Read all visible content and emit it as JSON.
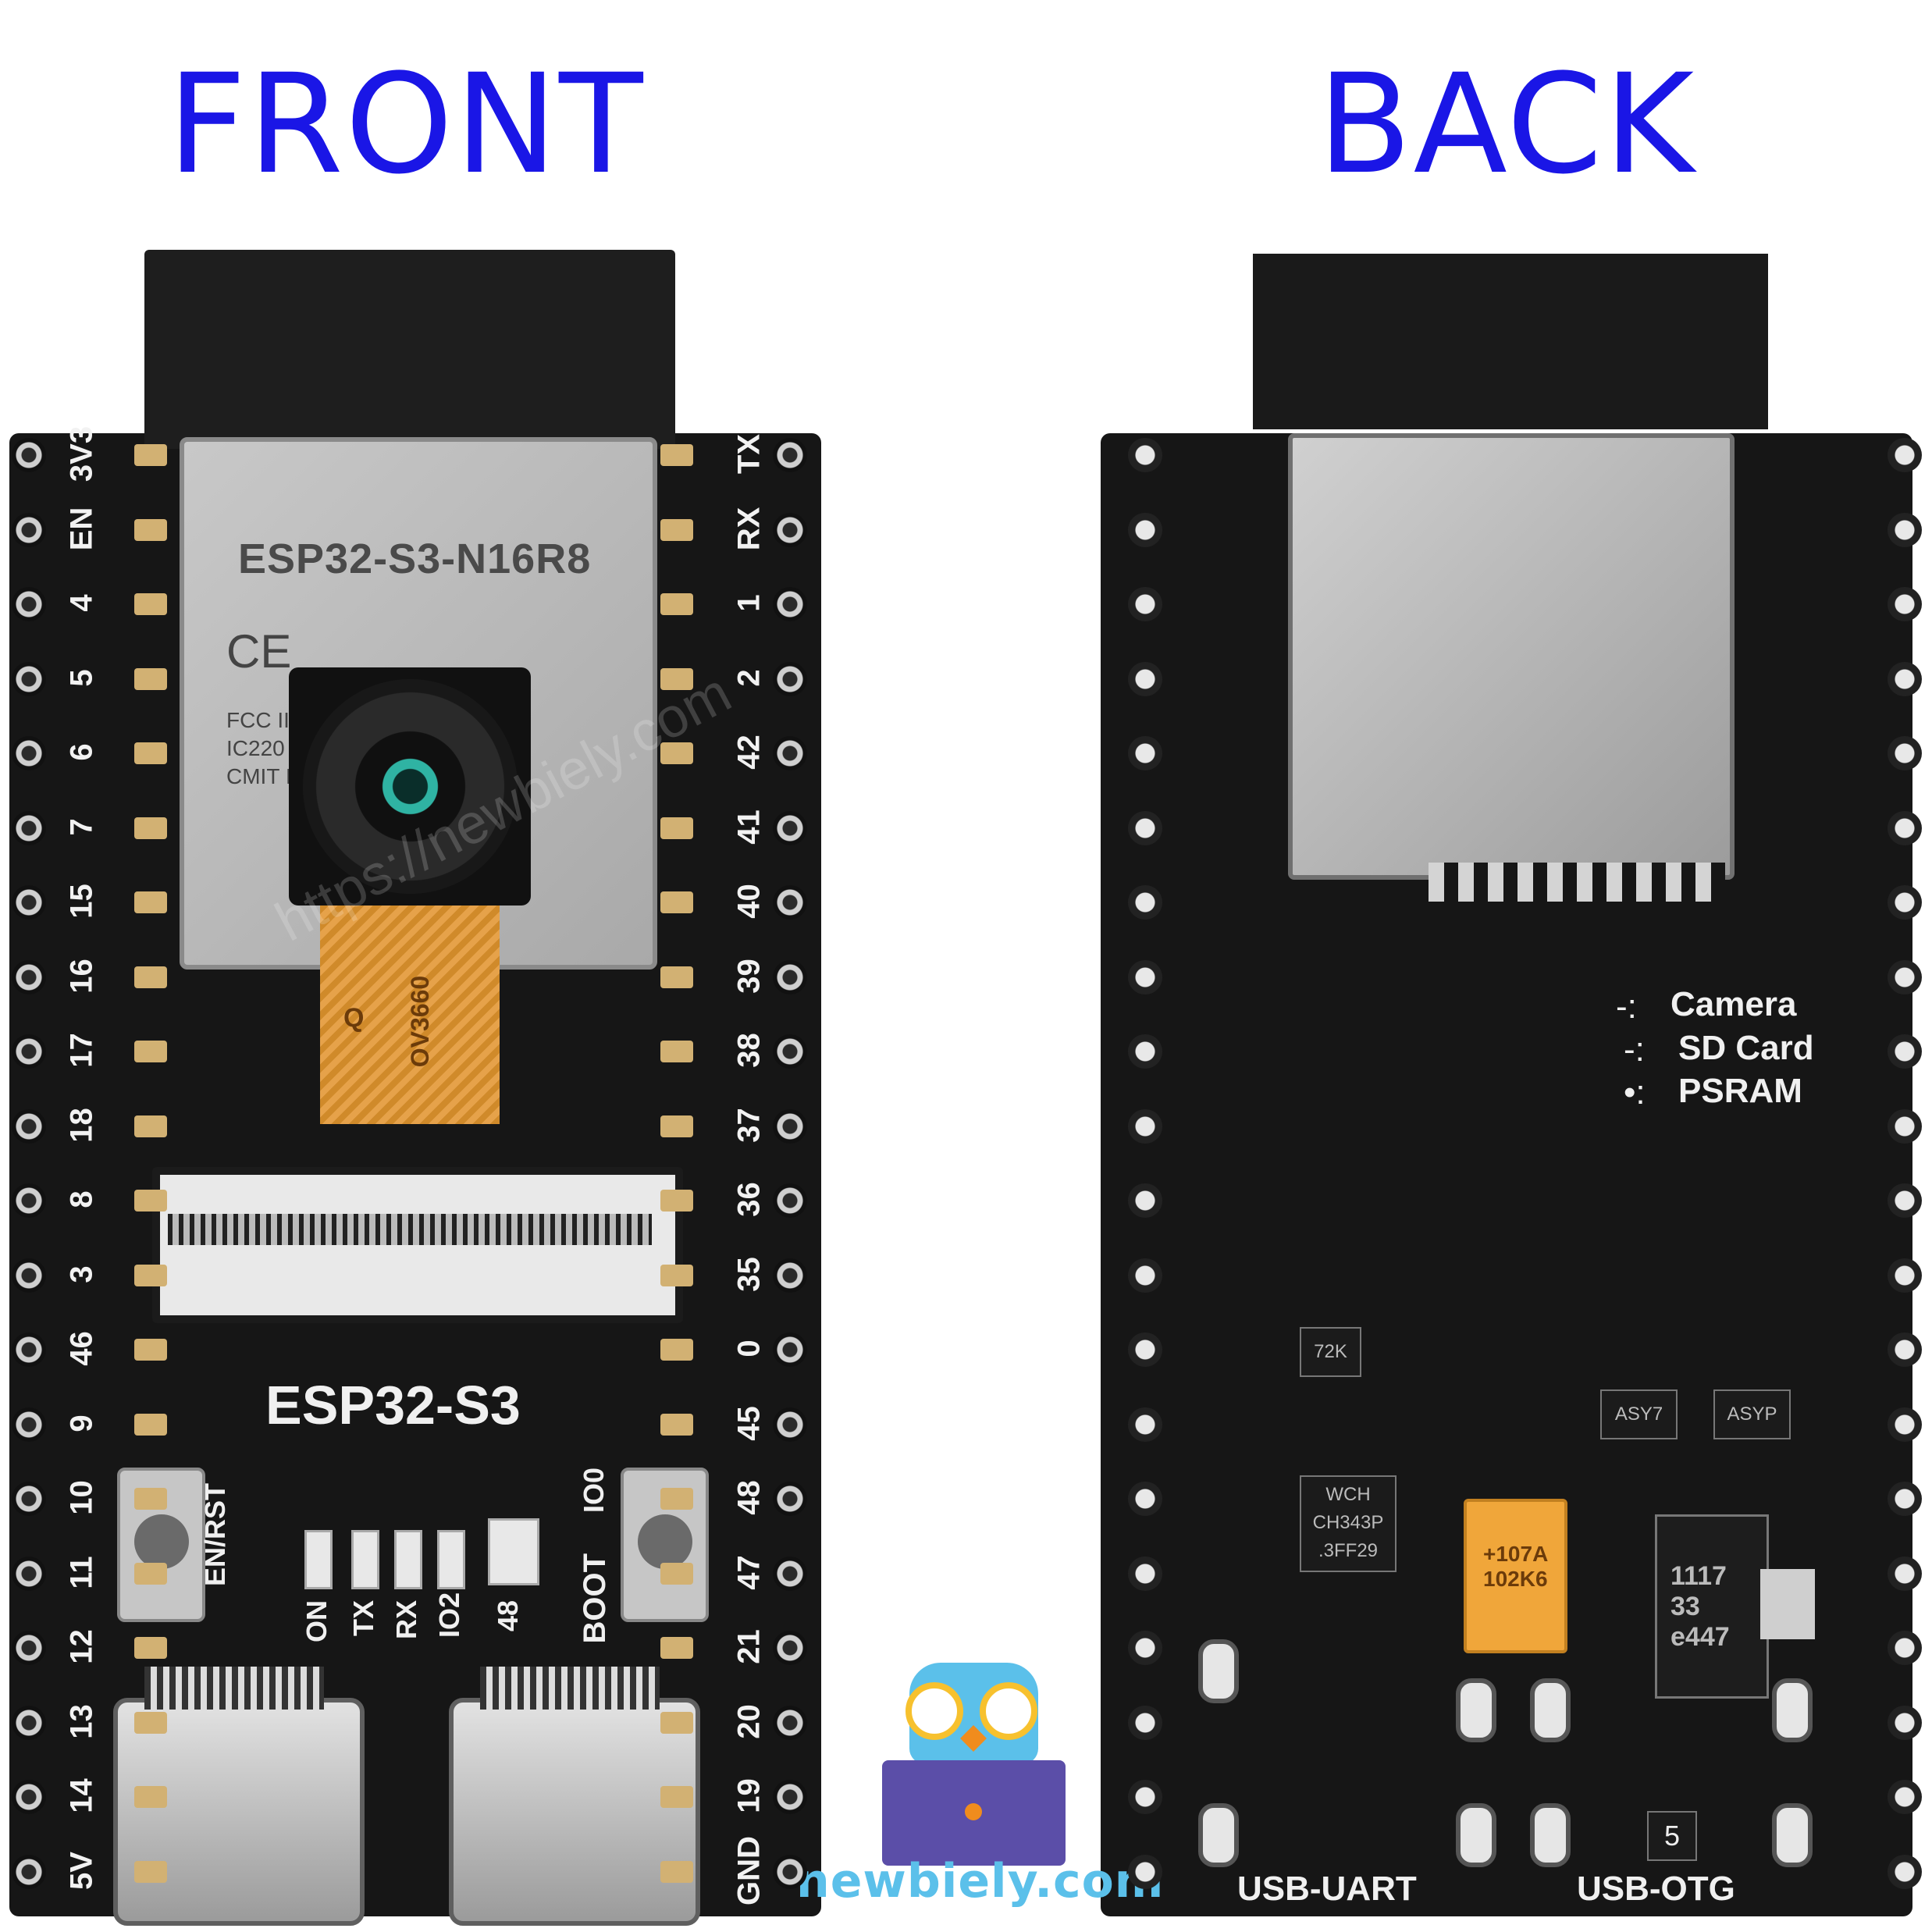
{
  "headings": {
    "front": "FRONT",
    "back": "BACK"
  },
  "front": {
    "module_label": "ESP32-S3-N16R8",
    "ce_mark": "CE",
    "cert_lines": [
      "FCC II",
      "IC220",
      "CMIT I"
    ],
    "camera_label": "OV3660",
    "cable_mark": "Q",
    "board_label": "ESP32-S3",
    "watermark": "https://newbiely.com",
    "left_pins": [
      "3V3",
      "EN",
      "4",
      "5",
      "6",
      "7",
      "15",
      "16",
      "17",
      "18",
      "8",
      "3",
      "46",
      "9",
      "10",
      "11",
      "12",
      "13",
      "14",
      "5V"
    ],
    "right_pins": [
      "TX",
      "RX",
      "1",
      "2",
      "42",
      "41",
      "40",
      "39",
      "38",
      "37",
      "36",
      "35",
      "0",
      "45",
      "48",
      "47",
      "21",
      "20",
      "19",
      "GND"
    ],
    "button_left_label": "EN/RST",
    "button_right_label": "IO0",
    "led_labels": [
      "ON",
      "TX",
      "RX",
      "IO2",
      "48",
      "BOOT"
    ]
  },
  "back": {
    "legend": [
      "Camera",
      "SD Card",
      "PSRAM"
    ],
    "chip_labels": [
      "WCH CH343P .3FF29",
      "72K"
    ],
    "cap_label": "+107A 102K6",
    "regulator_label": "1117 33 e447",
    "diode_labels": [
      "ASY7",
      "ASYP"
    ],
    "pad_number": "5",
    "port_labels": [
      "USB-UART",
      "USB-OTG"
    ]
  },
  "logo": {
    "brand": "newbiely.com"
  },
  "colors": {
    "heading": "#1a16e6",
    "board": "#161616",
    "brand": "#5bc0ea"
  }
}
